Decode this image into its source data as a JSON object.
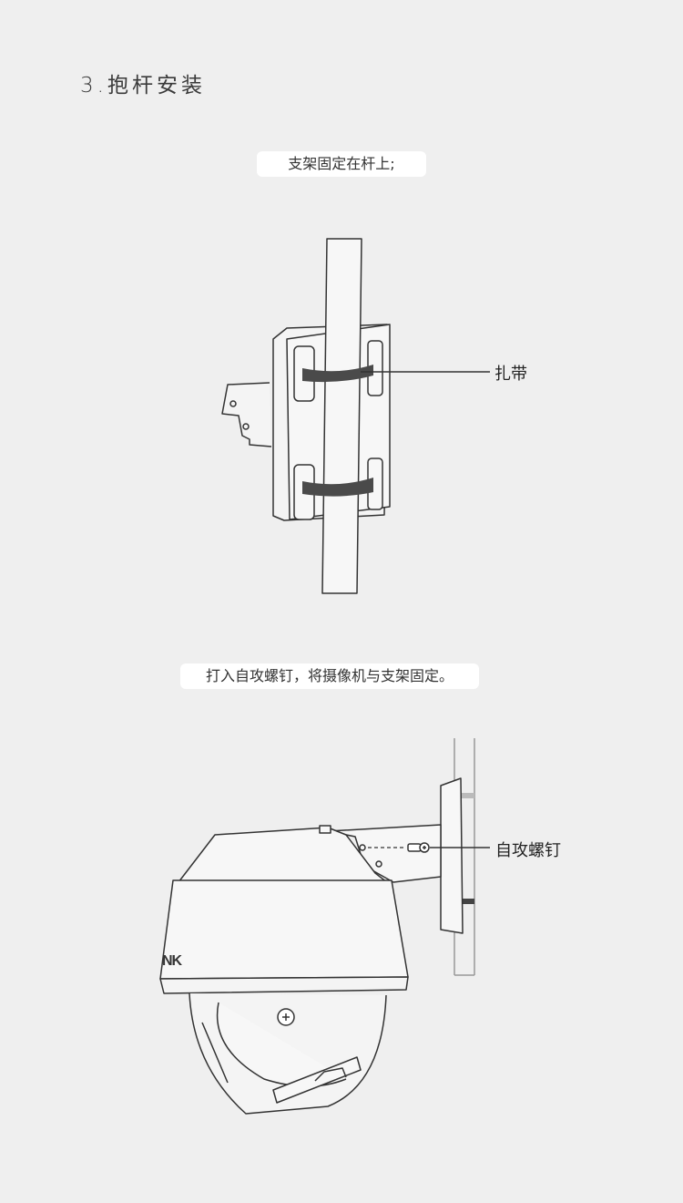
{
  "section": {
    "title": "3.抱杆安装"
  },
  "steps": [
    {
      "caption": "支架固定在杆上;",
      "callout": "扎带"
    },
    {
      "caption": "打入自攻螺钉，将摄像机与支架固定。",
      "callout": "自攻螺钉",
      "brand_fragment": "NK"
    }
  ],
  "colors": {
    "background": "#efefef",
    "stroke": "#333333",
    "strap": "#4a4a4a",
    "caption_bg": "#ffffff"
  }
}
